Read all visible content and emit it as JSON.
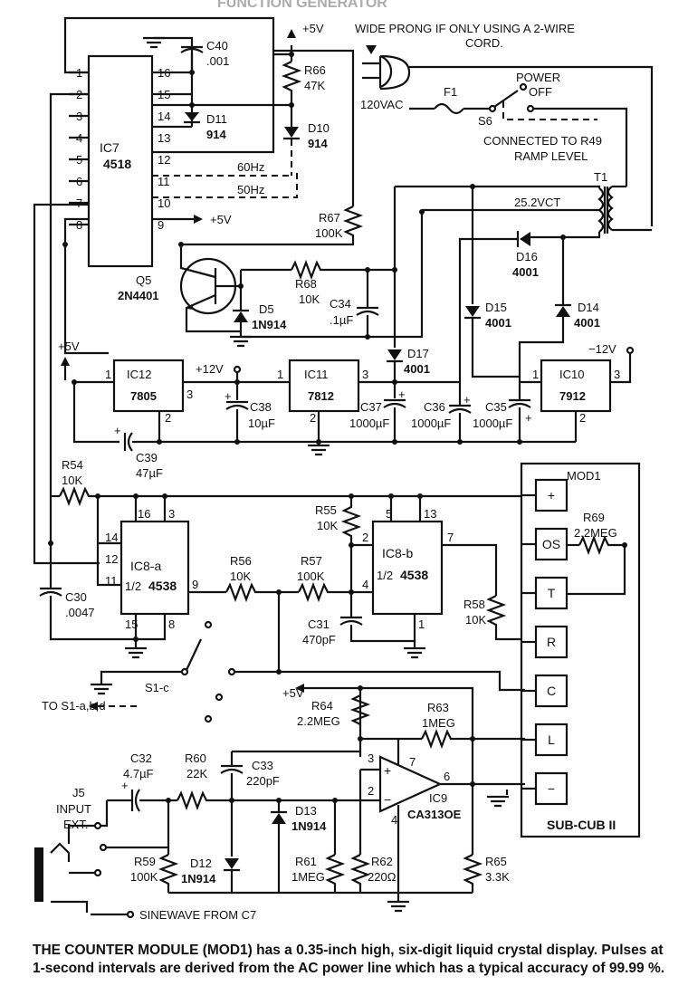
{
  "labels": {
    "top_title": "FUNCTION GENERATOR",
    "plus5v_top": "+5V",
    "wide_prong": "WIDE PRONG IF ONLY USING A 2-WIRE",
    "cord": "CORD.",
    "c40": "C40",
    "c40_val": ".001",
    "r66": "R66",
    "r66_val": "47K",
    "d11": "D11",
    "d11_val": "914",
    "d10": "D10",
    "d10_val": "914",
    "ic7": "IC7",
    "ic7_part": "4518",
    "hz60": "60Hz",
    "hz50": "50Hz",
    "plus5v_pin10": "+5V",
    "r67": "R67",
    "r67_val": "100K",
    "vac": "120VAC",
    "f1": "F1",
    "s6": "S6",
    "power": "POWER",
    "off": "OFF",
    "connected": "CONNECTED TO R49",
    "ramp": "RAMP LEVEL",
    "t1": "T1",
    "vct": "25.2VCT",
    "d16": "D16",
    "d16_val": "4001",
    "q5": "Q5",
    "q5_part": "2N4401",
    "r68": "R68",
    "r68_val": "10K",
    "d5": "D5",
    "d5_val": "1N914",
    "c34": "C34",
    "c34_val": ".1µF",
    "d15": "D15",
    "d15_val": "4001",
    "d14": "D14",
    "d14_val": "4001",
    "d17": "D17",
    "d17_val": "4001",
    "plus5v_left": "+5V",
    "plus12v": "+12V",
    "minus12v": "−12V",
    "ic12": "IC12",
    "ic12_part": "7805",
    "ic11": "IC11",
    "ic11_part": "7812",
    "ic10": "IC10",
    "ic10_part": "7912",
    "c38": "C38",
    "c38_val": "10µF",
    "c37": "C37",
    "c37_val": "1000µF",
    "c36": "C36",
    "c36_val": "1000µF",
    "c35": "C35",
    "c35_val": "1000µF",
    "c39": "C39",
    "c39_val": "47µF",
    "r54": "R54",
    "r54_val": "10K",
    "mod1": "MOD1",
    "r55": "R55",
    "r55_val": "10K",
    "ic8a": "IC8-a",
    "ic8a_half": "1/2",
    "ic8a_part": "4538",
    "ic8b": "IC8-b",
    "ic8b_half": "1/2",
    "ic8b_part": "4538",
    "r69": "R69",
    "r69_val": "2.2MEG",
    "c30": "C30",
    "c30_val": ".0047",
    "r56": "R56",
    "r56_val": "10K",
    "r57": "R57",
    "r57_val": "100K",
    "r58": "R58",
    "r58_val": "10K",
    "c31": "C31",
    "c31_val": "470pF",
    "s1c": "S1-c",
    "to_s1": "TO S1-a,b,d",
    "plus5v_ic9": "+5V",
    "r64": "R64",
    "r64_val": "2.2MEG",
    "r63": "R63",
    "r63_val": "1MEG",
    "c32": "C32",
    "c32_val": "4.7µF",
    "r60": "R60",
    "r60_val": "22K",
    "c33": "C33",
    "c33_val": "220pF",
    "d13": "D13",
    "d13_val": "1N914",
    "ic9": "IC9",
    "ic9_part": "CA313OE",
    "j5": "J5",
    "input": "INPUT",
    "ext": "EXT.",
    "r59": "R59",
    "r59_val": "100K",
    "d12": "D12",
    "d12_val": "1N914",
    "r61": "R61",
    "r61_val": "1MEG",
    "r62": "R62",
    "r62_val": "220Ω",
    "r65": "R65",
    "r65_val": "3.3K",
    "sinewave": "SINEWAVE FROM C7",
    "subcub": "SUB-CUB II"
  },
  "mod1_pins": [
    "+",
    "OS",
    "T",
    "R",
    "C",
    "L",
    "−"
  ],
  "ic7_left_pins": [
    "1",
    "2",
    "3",
    "4",
    "5",
    "6",
    "7",
    "8"
  ],
  "ic7_right_pins": [
    "16",
    "15",
    "14",
    "13",
    "12",
    "11",
    "10",
    "9"
  ],
  "pins": {
    "ic12_1": "1",
    "ic12_2": "2",
    "ic12_3": "3",
    "ic11_1": "1",
    "ic11_2": "2",
    "ic11_3": "3",
    "ic10_1": "1",
    "ic10_2": "2",
    "ic10_3": "3",
    "ic8a_16": "16",
    "ic8a_3": "3",
    "ic8a_14": "14",
    "ic8a_12": "12",
    "ic8a_11": "11",
    "ic8a_9": "9",
    "ic8a_15": "15",
    "ic8a_8": "8",
    "ic8b_5": "5",
    "ic8b_13": "13",
    "ic8b_2": "2",
    "ic8b_7": "7",
    "ic8b_4": "4",
    "ic8b_1": "1",
    "ic9_3": "3",
    "ic9_7": "7",
    "ic9_2": "2",
    "ic9_6": "6",
    "ic9_4": "4"
  },
  "caption": {
    "lead": "THE COUNTER MODULE (MOD1)",
    "body": " has a 0.35-inch high, six-digit liquid crystal display. Pulses at 1-second intervals are derived from the AC power line which has a typical accuracy of 99.99 %."
  }
}
